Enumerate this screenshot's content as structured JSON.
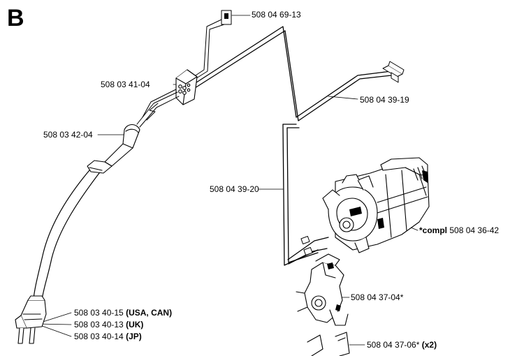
{
  "section_letter": "B",
  "labels": {
    "switch_connector": "508 04 69-13",
    "switch": "508 03 41-04",
    "cable_gland": "508 03 42-04",
    "lead_short": "508 04 39-19",
    "lead_long": "508 04 39-20",
    "motor_prefix": "*compl",
    "motor": "508 04 36-42",
    "brush_holder": "508 04 37-04*",
    "brush_part": "508 04 37-06*",
    "brush_qty": "(x2)",
    "cord_usa_part": "508 03 40-15",
    "cord_usa_region": "(USA, CAN)",
    "cord_uk_part": "508 03 40-13",
    "cord_uk_region": "(UK)",
    "cord_jp_part": "508 03 40-14",
    "cord_jp_region": "(JP)"
  },
  "colors": {
    "ink": "#000000",
    "paper": "#ffffff"
  }
}
